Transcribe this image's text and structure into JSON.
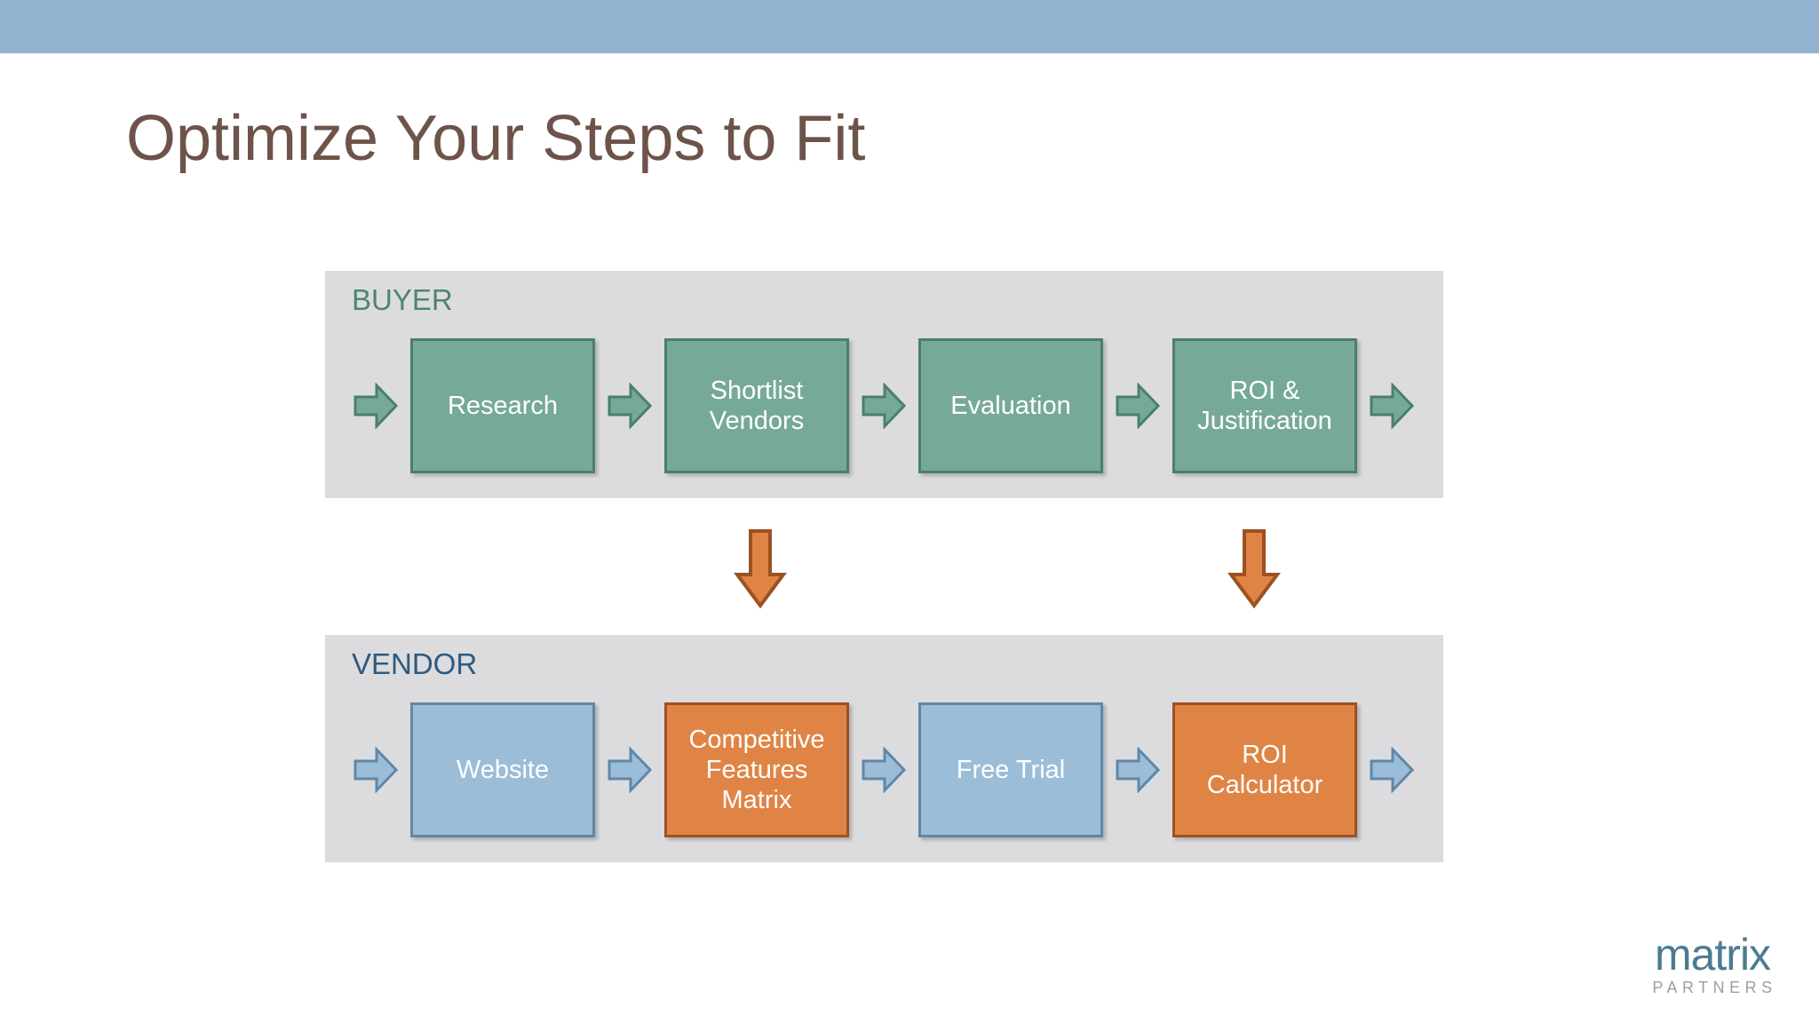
{
  "slide": {
    "title": "Optimize Your Steps to Fit",
    "title_color": "#6d5349",
    "header_band_color": "#93b2cd",
    "background_color": "#ffffff"
  },
  "diagram": {
    "band_color": "#dcdcde",
    "rows": [
      {
        "id": "buyer",
        "label": "BUYER",
        "label_color": "#4e8573",
        "arrow_fill": "#77a998",
        "arrow_stroke": "#4a7f6c",
        "steps": [
          {
            "name": "research",
            "lines": [
              "Research"
            ],
            "fill": "#77a998",
            "stroke": "#4a7f6c"
          },
          {
            "name": "shortlist",
            "lines": [
              "Shortlist",
              "Vendors"
            ],
            "fill": "#77a998",
            "stroke": "#4a7f6c"
          },
          {
            "name": "evaluation",
            "lines": [
              "Evaluation"
            ],
            "fill": "#77a998",
            "stroke": "#4a7f6c"
          },
          {
            "name": "roi",
            "lines": [
              "ROI &",
              "Justification"
            ],
            "fill": "#77a998",
            "stroke": "#4a7f6c"
          }
        ]
      },
      {
        "id": "vendor",
        "label": "VENDOR",
        "label_color": "#2c5a82",
        "arrow_fill": "#9bbdd8",
        "arrow_stroke": "#5f88a8",
        "steps": [
          {
            "name": "website",
            "lines": [
              "Website"
            ],
            "fill": "#9bbdd8",
            "stroke": "#5f88a8"
          },
          {
            "name": "cfm",
            "lines": [
              "Competitive",
              "Features",
              "Matrix"
            ],
            "fill": "#e08445",
            "stroke": "#9c5122"
          },
          {
            "name": "free-trial",
            "lines": [
              "Free Trial"
            ],
            "fill": "#9bbdd8",
            "stroke": "#5f88a8"
          },
          {
            "name": "roi-calculator",
            "lines": [
              "ROI",
              "Calculator"
            ],
            "fill": "#e08445",
            "stroke": "#9c5122"
          }
        ]
      }
    ],
    "connectors": [
      {
        "name": "connector-shortlist-to-cfm",
        "fill": "#e08445",
        "stroke": "#9c5122"
      },
      {
        "name": "connector-roi-to-calculator",
        "fill": "#e08445",
        "stroke": "#9c5122"
      }
    ]
  },
  "logo": {
    "word": "matrix",
    "subtitle": "PARTNERS",
    "word_color": "#4c7b90",
    "subtitle_color": "#9aa0a2"
  }
}
